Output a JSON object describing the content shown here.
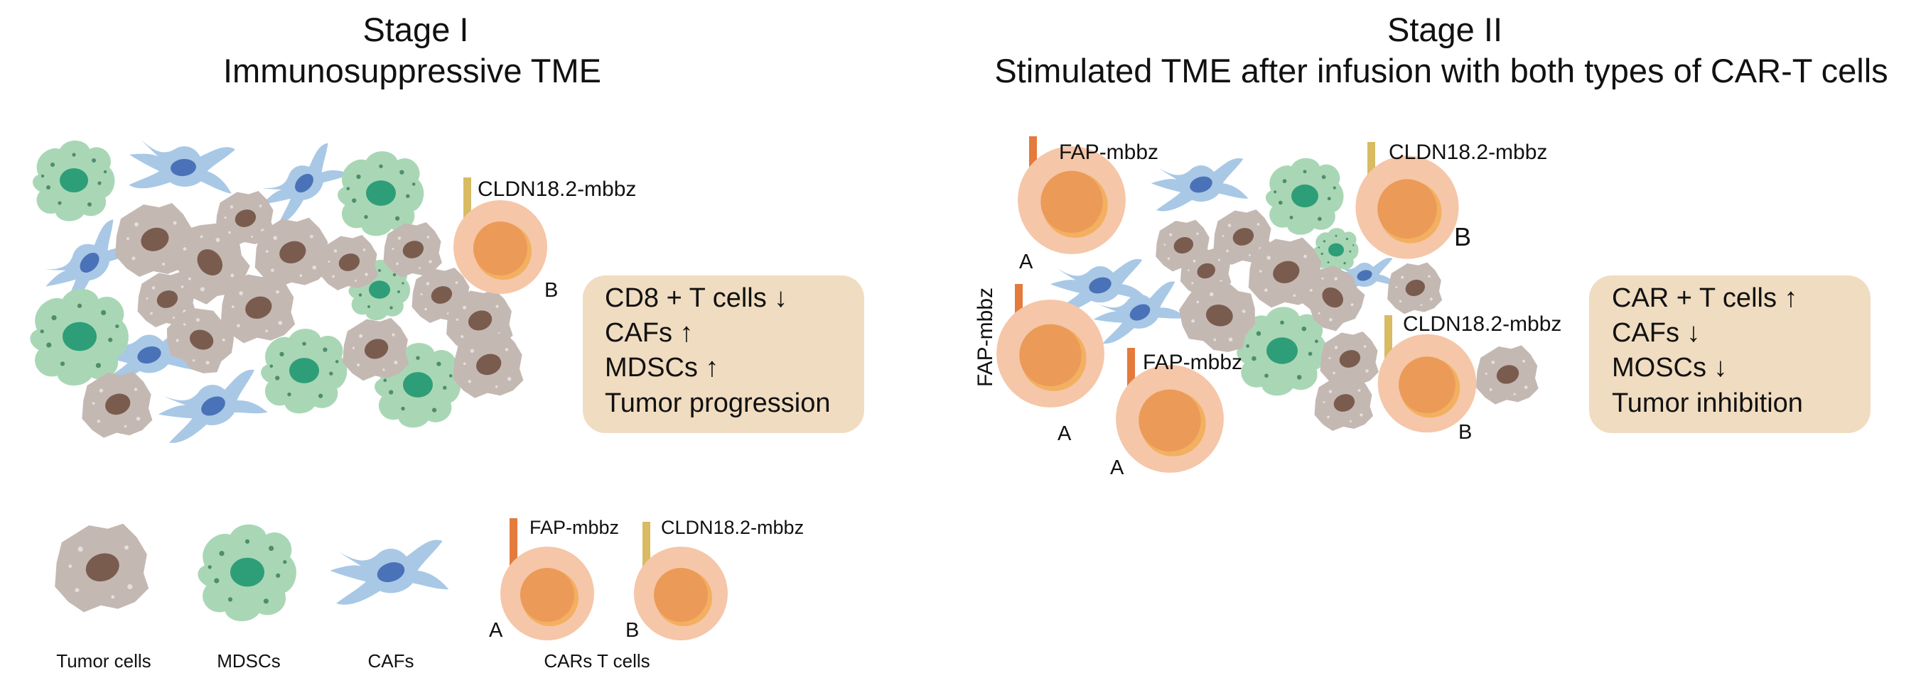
{
  "stage1": {
    "title": "Stage I",
    "subtitle": "Immunosuppressive TME",
    "car_label": "CLDN18.2-mbbz",
    "car_letter": "B",
    "box": {
      "line1": "CD8 + T cells ↓",
      "line2": "CAFs ↑",
      "line3": "MDSCs ↑",
      "line4": "Tumor progression"
    }
  },
  "stage2": {
    "title": "Stage II",
    "subtitle": "Stimulated TME after infusion with both types of CAR-T cells",
    "cars": [
      {
        "label": "FAP-mbbz",
        "letter": "A"
      },
      {
        "label": "CLDN18.2-mbbz",
        "letter": "B"
      },
      {
        "label": "FAP-mbbz",
        "letter": "A"
      },
      {
        "label": "FAP-mbbz",
        "letter": "A"
      },
      {
        "label": "CLDN18.2-mbbz",
        "letter": "B"
      }
    ],
    "box": {
      "line1": "CAR + T cells ↑",
      "line2": "CAFs ↓",
      "line3": "MOSCs ↓",
      "line4": "Tumor inhibition"
    }
  },
  "legend": {
    "tumor": "Tumor cells",
    "mdsc": "MDSCs",
    "caf": "CAFs",
    "car_a_label": "FAP-mbbz",
    "car_b_label": "CLDN18.2-mbbz",
    "car_a_letter": "A",
    "car_b_letter": "B",
    "cars": "CARs T cells"
  },
  "colors": {
    "tumor_body": "#c4b8b3",
    "tumor_nucleus": "#7a5c4e",
    "mdsc_body": "#a9d7b5",
    "mdsc_nucleus": "#2e9e78",
    "caf_body": "#a8c8e6",
    "caf_nucleus": "#4a72b8",
    "car_outer": "#f5c6a8",
    "car_inner": "#ec9a58",
    "receptor_fap": "#e47a3c",
    "receptor_cldn": "#d8bb62",
    "box_fill": "#f0dcc0"
  }
}
